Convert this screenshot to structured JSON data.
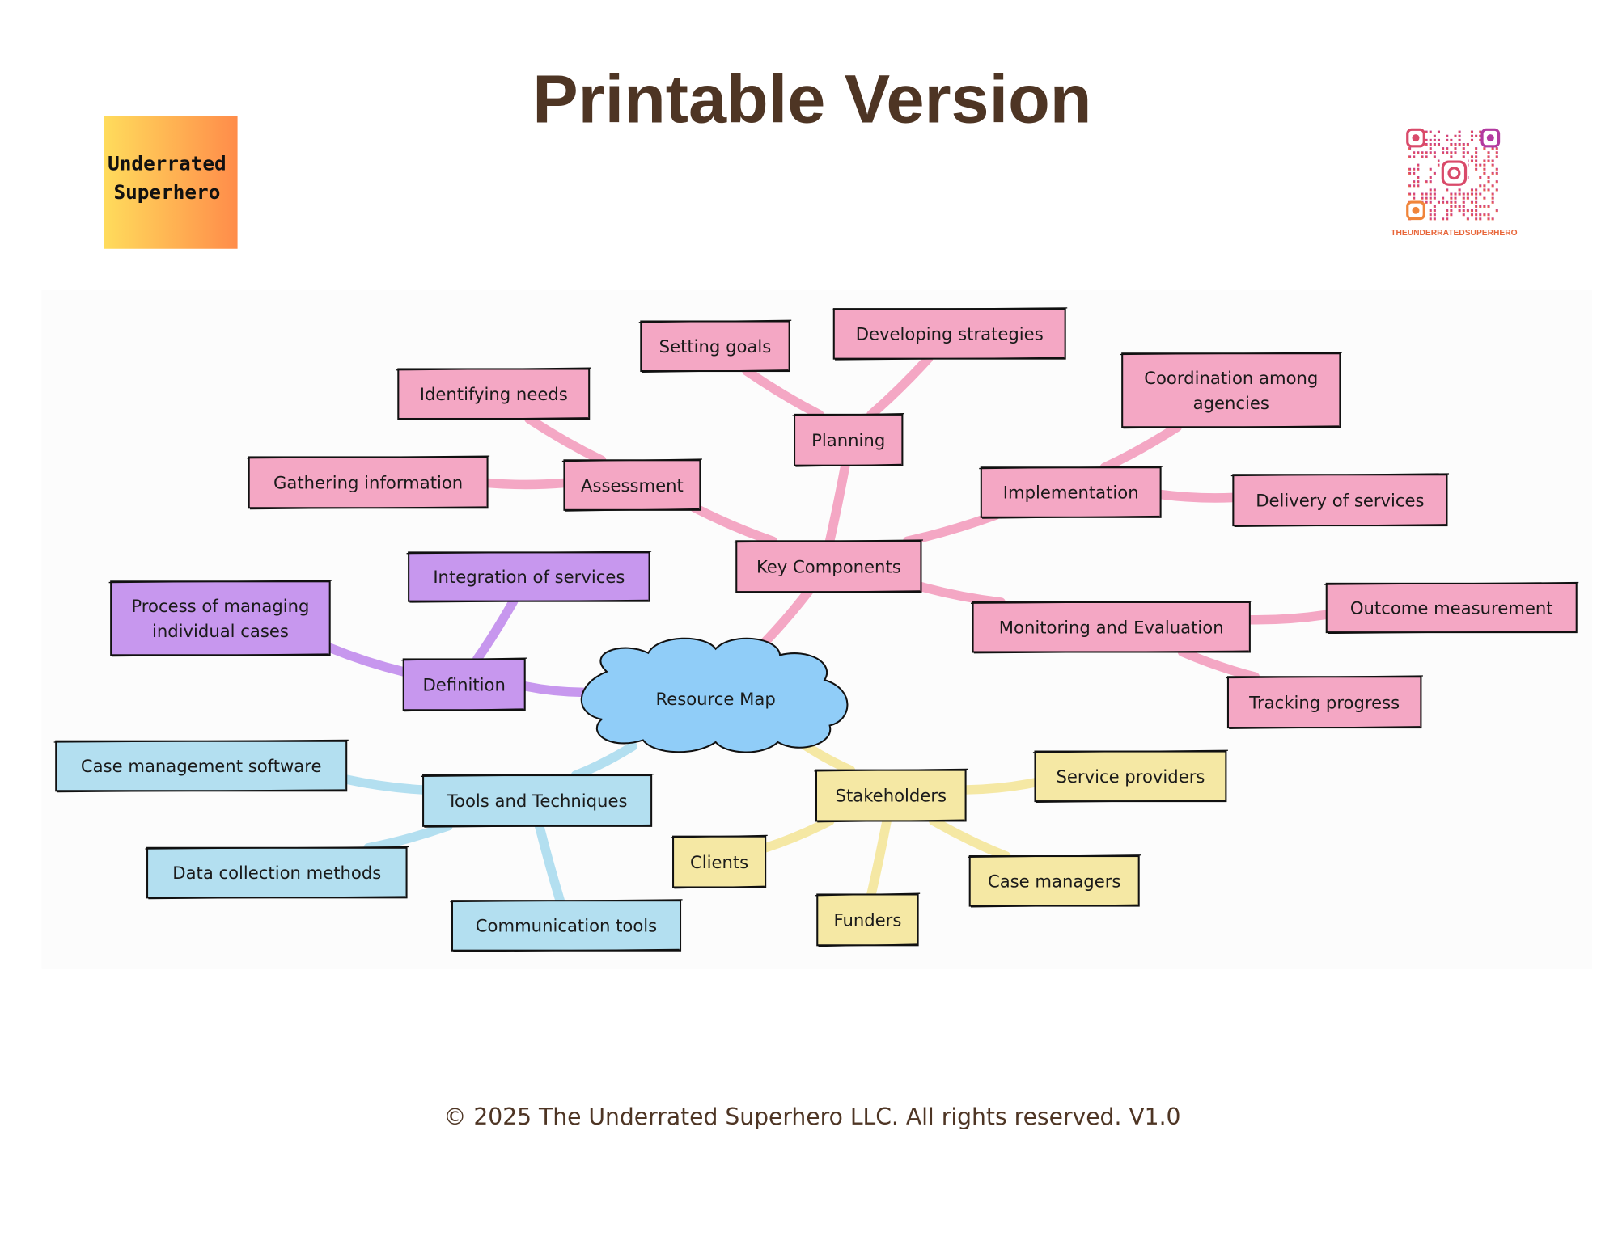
{
  "title": "Printable Version",
  "logo": {
    "line1": "Underrated",
    "line2": "Superhero"
  },
  "qr": {
    "handle": "THEUNDERRATEDSUPERHERO"
  },
  "center": {
    "label": "Resource Map",
    "color": "#90cdf8"
  },
  "branches": {
    "key_components": {
      "label": "Key Components",
      "color": "#f4a7c4",
      "children": {
        "planning": {
          "label": "Planning",
          "children": [
            "Setting goals",
            "Developing strategies"
          ]
        },
        "assessment": {
          "label": "Assessment",
          "children": [
            "Identifying needs",
            "Gathering information"
          ]
        },
        "implementation": {
          "label": "Implementation",
          "children": [
            "Coordination among agencies",
            "Delivery of services"
          ]
        },
        "monitoring": {
          "label": "Monitoring and Evaluation",
          "children": [
            "Outcome measurement",
            "Tracking progress"
          ]
        }
      }
    },
    "definition": {
      "label": "Definition",
      "color": "#c797ee",
      "children": [
        "Integration of services",
        "Process of managing individual cases"
      ]
    },
    "tools": {
      "label": "Tools and Techniques",
      "color": "#b3dff0",
      "children": [
        "Case management software",
        "Data collection methods",
        "Communication tools"
      ]
    },
    "stakeholders": {
      "label": "Stakeholders",
      "color": "#f5e8a4",
      "children": [
        "Service providers",
        "Clients",
        "Funders",
        "Case managers"
      ]
    }
  },
  "footer": "© 2025 The Underrated Superhero LLC. All rights reserved. V1.0"
}
